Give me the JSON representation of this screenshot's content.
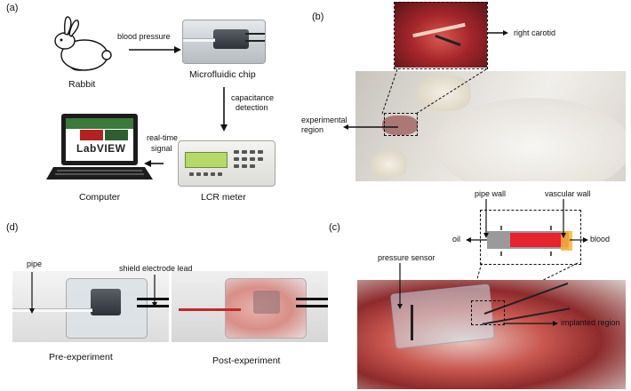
{
  "panels": {
    "a": {
      "label": "(a)",
      "rabbit": "Rabbit",
      "blood_pressure": "blood pressure",
      "chip": "Microfluidic chip",
      "capacitance": "capacitance",
      "detection": "detection",
      "lcr": "LCR meter",
      "real_time": "real-time",
      "signal": "signal",
      "computer": "Computer",
      "screen_text": "LabVIEW"
    },
    "b": {
      "label": "(b)",
      "right_carotid": "right carotid",
      "experimental": "experimental",
      "region": "region"
    },
    "c": {
      "label": "(c)",
      "pipe_wall": "pipe wall",
      "vascular_wall": "vascular wall",
      "oil": "oil",
      "blood": "blood",
      "pressure_sensor": "pressure sensor",
      "implanted_region": "implanted region"
    },
    "d": {
      "label": "(d)",
      "pipe": "pipe",
      "shield_lead": "shield electrode lead",
      "pre": "Pre-experiment",
      "post": "Post-experiment"
    }
  },
  "colors": {
    "oil_gray": "#9a9a9a",
    "blood_red": "#e8222e",
    "screen_green": "#b7d96a"
  }
}
